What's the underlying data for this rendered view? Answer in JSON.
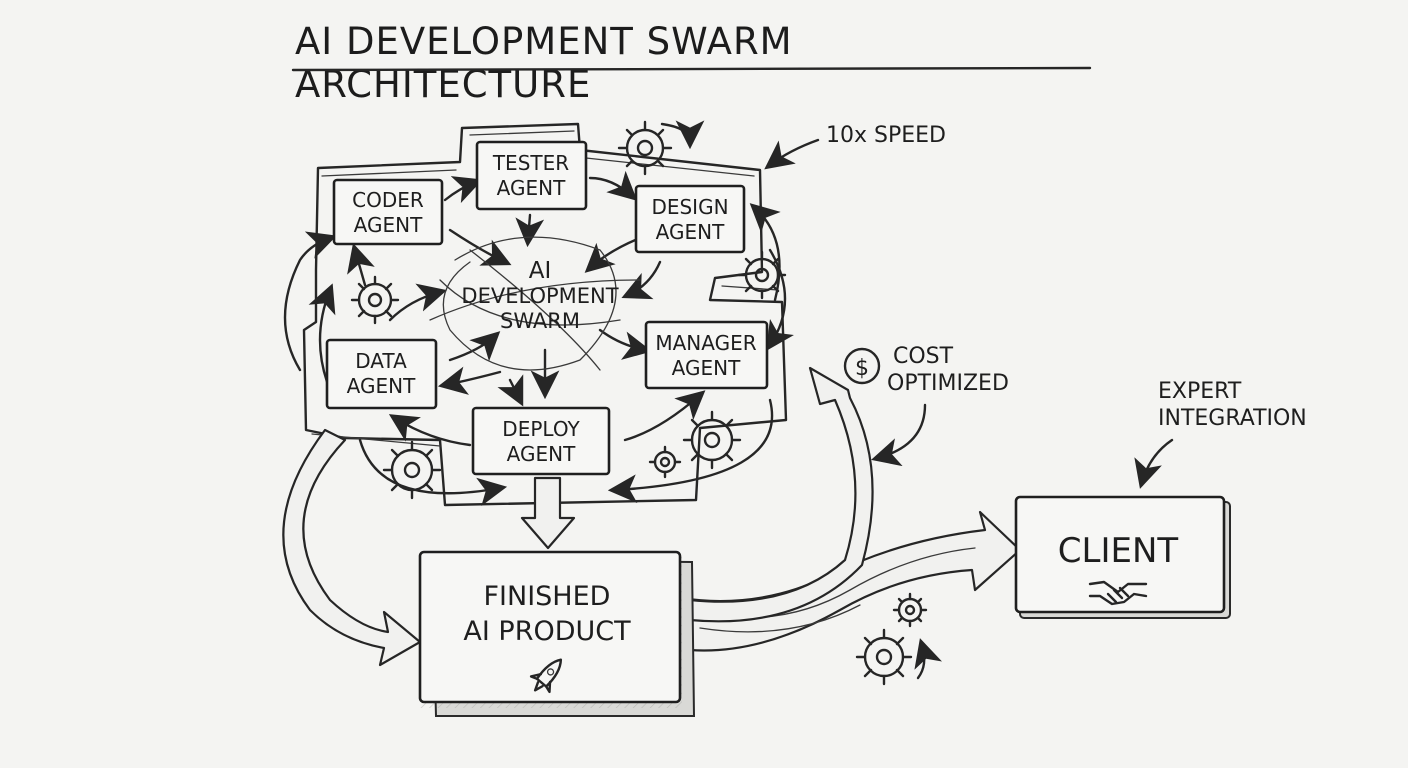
{
  "title": "AI DEVELOPMENT SWARM ARCHITECTURE",
  "hub": {
    "line1": "AI",
    "line2": "DEVELOPMENT",
    "line3": "SWARM"
  },
  "agents": {
    "tester": {
      "line1": "TESTER",
      "line2": "AGENT"
    },
    "coder": {
      "line1": "CODER",
      "line2": "AGENT"
    },
    "design": {
      "line1": "DESIGN",
      "line2": "AGENT"
    },
    "data": {
      "line1": "DATA",
      "line2": "AGENT"
    },
    "manager": {
      "line1": "MANAGER",
      "line2": "AGENT"
    },
    "deploy": {
      "line1": "DEPLOY",
      "line2": "AGENT"
    }
  },
  "product": {
    "line1": "FINISHED",
    "line2": "AI PRODUCT",
    "icon": "rocket-icon"
  },
  "client": {
    "label": "CLIENT",
    "icon": "handshake-icon"
  },
  "annotations": {
    "speed": "10x SPEED",
    "cost_line1": "COST",
    "cost_line2": "OPTIMIZED",
    "cost_symbol": "$",
    "expert_line1": "EXPERT",
    "expert_line2": "INTEGRATION"
  }
}
